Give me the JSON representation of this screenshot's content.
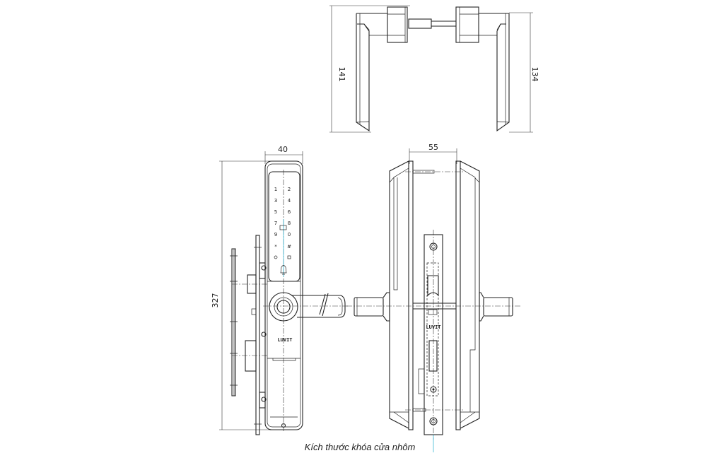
{
  "caption": "Kích thước khóa cửa nhôm",
  "brand": "LUVIT",
  "dimensions": {
    "top_left_height": "141",
    "top_right_height": "134",
    "front_width": "40",
    "front_height": "327",
    "side_width": "55"
  },
  "keypad": {
    "keys": [
      "1",
      "2",
      "3",
      "4",
      "5",
      "6",
      "7",
      "8",
      "9",
      "0",
      "*",
      "#"
    ],
    "icons": [
      "fingerprint-sensor-icon",
      "lock-symbol-icon",
      "key-symbol-icon",
      "bell-icon"
    ]
  }
}
